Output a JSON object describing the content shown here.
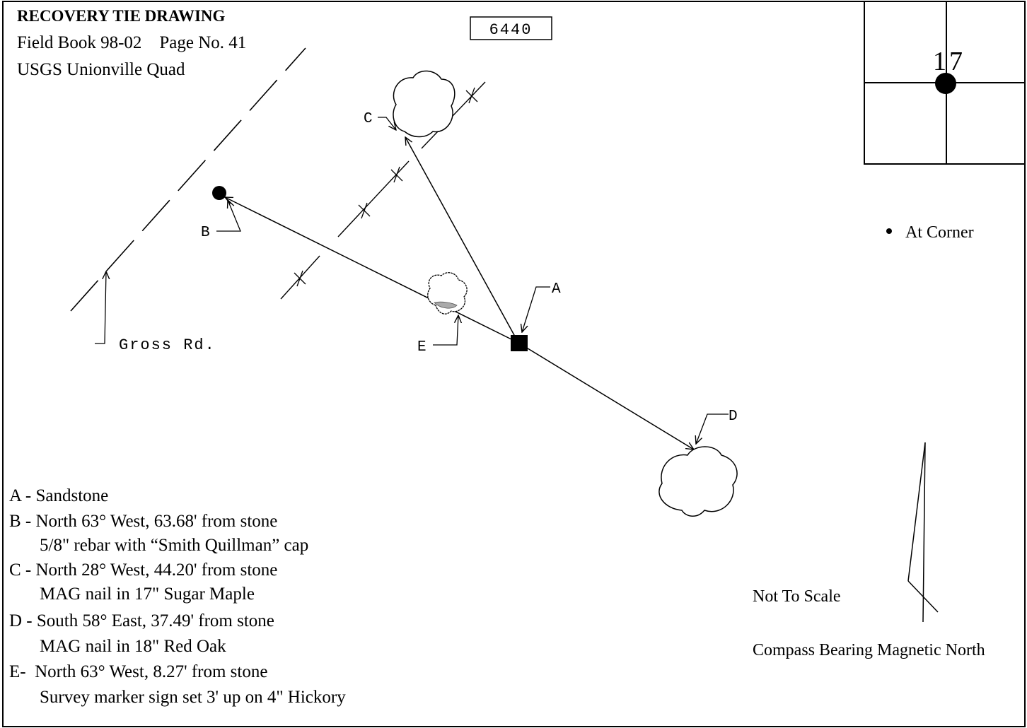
{
  "header": {
    "title": "RECOVERY TIE  DRAWING",
    "field_book": "Field Book 98-02    Page No. 41",
    "quad": "USGS Unionville Quad"
  },
  "station_number": "6440",
  "section_grid": {
    "number": "17"
  },
  "road_label": "Gross Rd.",
  "point_labels": {
    "a": "A",
    "b": "B",
    "c": "C",
    "d": "D",
    "e": "E"
  },
  "corner_legend": {
    "label": "At Corner"
  },
  "notes": {
    "a": "A - Sandstone",
    "b1": "B - North 63° West, 63.68' from stone",
    "b2": "5/8\" rebar with “Smith Quillman” cap",
    "c1": "C - North 28° West, 44.20' from stone",
    "c2": "MAG nail in 17\" Sugar Maple",
    "d1": "D - South 58° East, 37.49' from stone",
    "d2": "MAG nail in 18\" Red Oak",
    "e1": "E-  North 63° West, 8.27' from stone",
    "e2": "Survey marker sign set 3' up on 4\" Hickory"
  },
  "scale_note": "Not To Scale",
  "bearing_note": "Compass Bearing Magnetic North"
}
